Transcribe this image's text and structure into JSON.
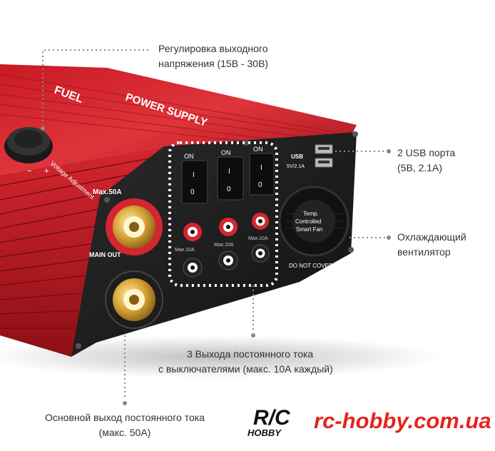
{
  "callouts": {
    "voltage_adjust": {
      "line1": "Регулировка выходного",
      "line2": "напряжения (15В - 30В)"
    },
    "usb_ports": {
      "line1": "2 USB порта",
      "line2": "(5В, 2.1А)"
    },
    "cooling_fan": {
      "line1": "Охлаждающий",
      "line2": "вентилятор"
    },
    "dc_outputs": {
      "line1": "3 Выхода постоянного тока",
      "line2": "с выключателями (макс. 10А каждый)"
    },
    "main_output": {
      "line1": "Основной выход постоянного тока",
      "line2": "(макс. 50А)"
    }
  },
  "device_labels": {
    "brand": "FUEL",
    "power_supply": "POWER SUPPLY",
    "max50": "Max.50A",
    "main_out": "MAIN OUT",
    "voltage_adjustment": "Voltage Adjustment",
    "usb": "USB",
    "usb_rating": "5V/2.1A",
    "fan_line1": "Temp.",
    "fan_line2": "Controlled",
    "fan_line3": "Smart Fan",
    "do_not_cover": "DO NOT COVER!",
    "switch_on": "ON",
    "switch_one": "I",
    "switch_zero": "0",
    "max10": "Max.10A",
    "minus": "−",
    "plus": "+"
  },
  "watermark": {
    "logo_top": "R/C",
    "logo_bottom": "HOBBY",
    "site": "rc-hobby.com.ua"
  },
  "colors": {
    "case_red": "#d8202a",
    "panel_black": "#1c1c1c",
    "gold": "#d9a63a",
    "callout_text": "#333333",
    "watermark_red": "#e2261e"
  }
}
